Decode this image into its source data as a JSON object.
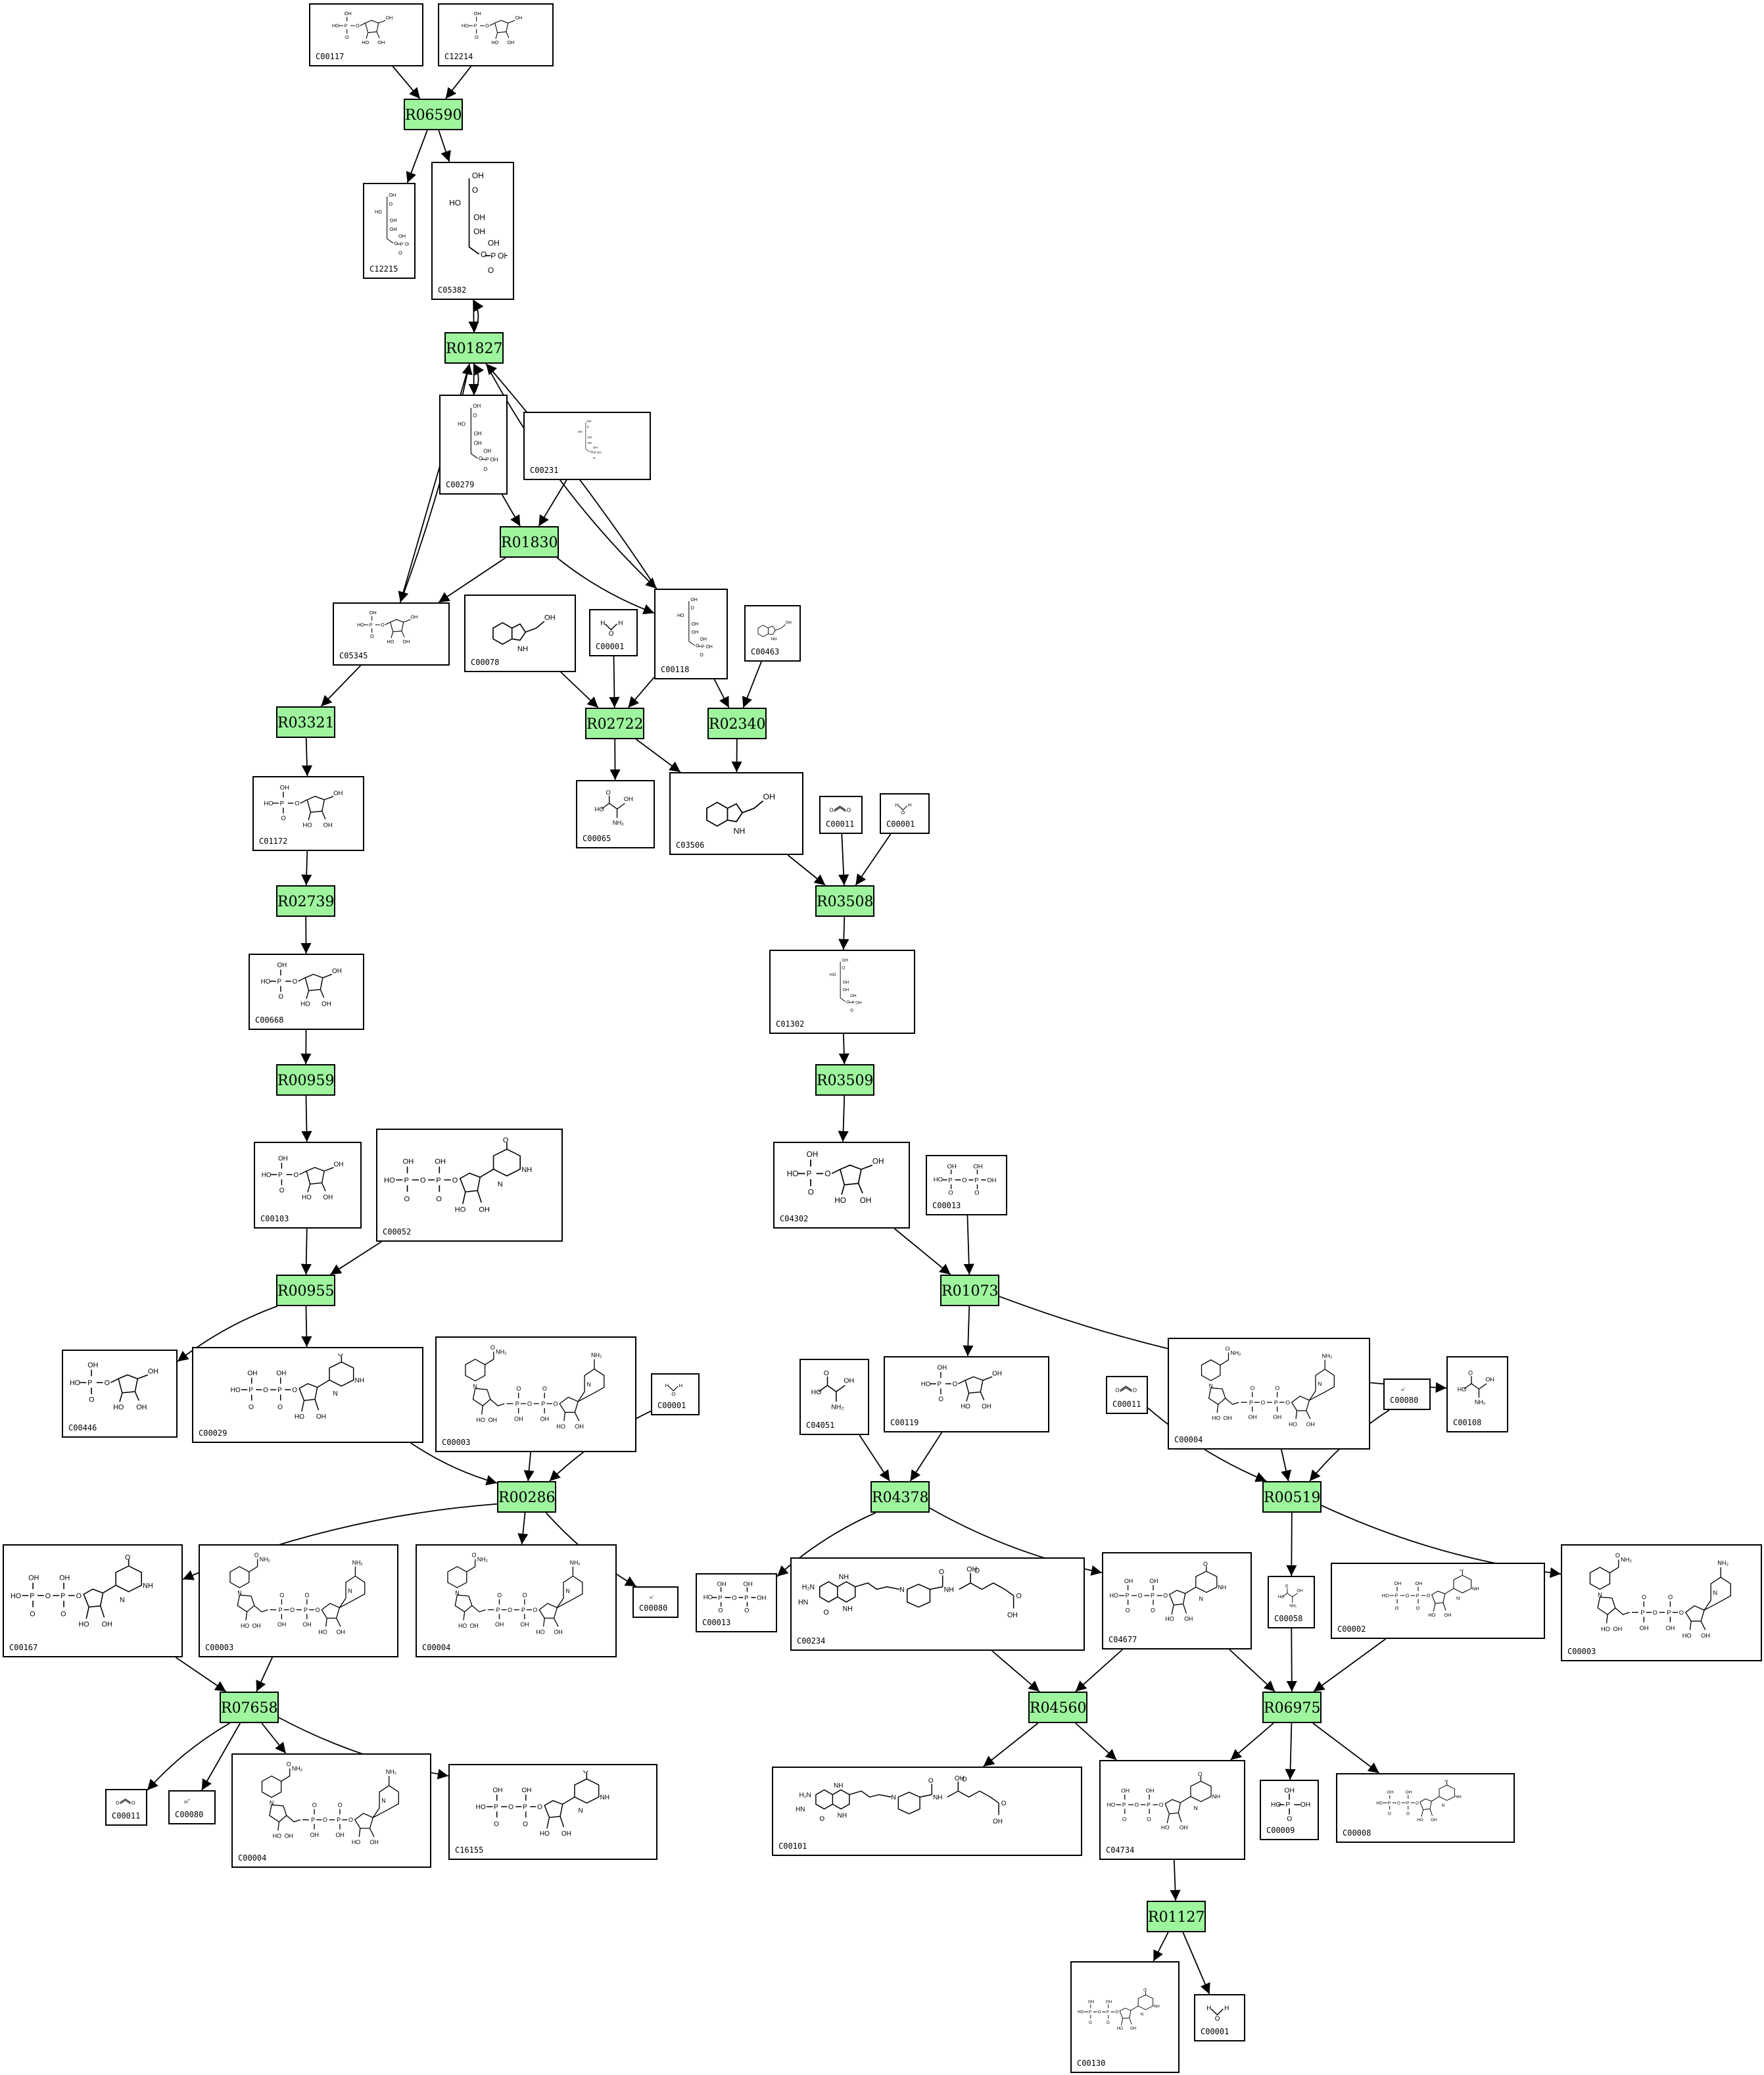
{
  "colors": {
    "reaction_fill": "#9ef59e",
    "stroke": "#000000",
    "background": "#ffffff"
  },
  "reactions": [
    {
      "id": "R06590",
      "label": "R06590"
    },
    {
      "id": "R01827",
      "label": "R01827"
    },
    {
      "id": "R01830",
      "label": "R01830"
    },
    {
      "id": "R03321",
      "label": "R03321"
    },
    {
      "id": "R02722",
      "label": "R02722"
    },
    {
      "id": "R02340",
      "label": "R02340"
    },
    {
      "id": "R02739",
      "label": "R02739"
    },
    {
      "id": "R03508",
      "label": "R03508"
    },
    {
      "id": "R00959",
      "label": "R00959"
    },
    {
      "id": "R03509",
      "label": "R03509"
    },
    {
      "id": "R00955",
      "label": "R00955"
    },
    {
      "id": "R01073",
      "label": "R01073"
    },
    {
      "id": "R00286",
      "label": "R00286"
    },
    {
      "id": "R04378",
      "label": "R04378"
    },
    {
      "id": "R00519",
      "label": "R00519"
    },
    {
      "id": "R07658",
      "label": "R07658"
    },
    {
      "id": "R04560",
      "label": "R04560"
    },
    {
      "id": "R06975",
      "label": "R06975"
    },
    {
      "id": "R01127",
      "label": "R01127"
    }
  ],
  "compounds": [
    {
      "id": "c1",
      "label": "C00117",
      "structure": "sugar-phosphate"
    },
    {
      "id": "c2",
      "label": "C12214",
      "structure": "sugar-phosphate"
    },
    {
      "id": "c3",
      "label": "C12215",
      "structure": "chain-phosphate"
    },
    {
      "id": "c4",
      "label": "C05382",
      "structure": "chain-phosphate"
    },
    {
      "id": "c5",
      "label": "C00279",
      "structure": "chain-phosphate"
    },
    {
      "id": "c6",
      "label": "C00231",
      "structure": "chain-phosphate"
    },
    {
      "id": "c7",
      "label": "C05345",
      "structure": "sugar-phosphate"
    },
    {
      "id": "c8",
      "label": "C00078",
      "structure": "indole"
    },
    {
      "id": "c9",
      "label": "C00001",
      "structure": "water"
    },
    {
      "id": "c10",
      "label": "C00118",
      "structure": "chain-phosphate"
    },
    {
      "id": "c11",
      "label": "C00463",
      "structure": "indole"
    },
    {
      "id": "c12",
      "label": "C01172",
      "structure": "sugar-phosphate"
    },
    {
      "id": "c13",
      "label": "C00065",
      "structure": "small"
    },
    {
      "id": "c14",
      "label": "C03506",
      "structure": "indole"
    },
    {
      "id": "c15",
      "label": "C00011",
      "structure": "co2"
    },
    {
      "id": "c16",
      "label": "C00001",
      "structure": "water"
    },
    {
      "id": "c17",
      "label": "C00668",
      "structure": "sugar-phosphate"
    },
    {
      "id": "c18",
      "label": "C01302",
      "structure": "chain-phosphate"
    },
    {
      "id": "c19",
      "label": "C00103",
      "structure": "sugar-phosphate"
    },
    {
      "id": "c20",
      "label": "C00052",
      "structure": "nucleotide"
    },
    {
      "id": "c21",
      "label": "C04302",
      "structure": "sugar-phosphate"
    },
    {
      "id": "c22",
      "label": "C00013",
      "structure": "pyrophosphate"
    },
    {
      "id": "c23",
      "label": "C00446",
      "structure": "sugar-phosphate"
    },
    {
      "id": "c24",
      "label": "C00029",
      "structure": "nucleotide"
    },
    {
      "id": "c25",
      "label": "C00003",
      "structure": "nad"
    },
    {
      "id": "c26",
      "label": "C00001",
      "structure": "water"
    },
    {
      "id": "c27",
      "label": "C04051",
      "structure": "small"
    },
    {
      "id": "c28",
      "label": "C00119",
      "structure": "sugar-phosphate"
    },
    {
      "id": "c29",
      "label": "C00011",
      "structure": "co2"
    },
    {
      "id": "c30",
      "label": "C00004",
      "structure": "nad"
    },
    {
      "id": "c31",
      "label": "C00080",
      "structure": "proton"
    },
    {
      "id": "c32",
      "label": "C00108",
      "structure": "small"
    },
    {
      "id": "c33",
      "label": "C00167",
      "structure": "nucleotide"
    },
    {
      "id": "c34",
      "label": "C00003",
      "structure": "nad"
    },
    {
      "id": "c35",
      "label": "C00004",
      "structure": "nad"
    },
    {
      "id": "c36",
      "label": "C00080",
      "structure": "proton"
    },
    {
      "id": "c37",
      "label": "C00013",
      "structure": "pyrophosphate"
    },
    {
      "id": "c38",
      "label": "C00234",
      "structure": "folate"
    },
    {
      "id": "c39",
      "label": "C04677",
      "structure": "nucleotide"
    },
    {
      "id": "c40",
      "label": "C00058",
      "structure": "small"
    },
    {
      "id": "c41",
      "label": "C00002",
      "structure": "nucleotide"
    },
    {
      "id": "c42",
      "label": "C00003",
      "structure": "nad"
    },
    {
      "id": "c43",
      "label": "C00011",
      "structure": "co2"
    },
    {
      "id": "c44",
      "label": "C00080",
      "structure": "proton"
    },
    {
      "id": "c45",
      "label": "C00004",
      "structure": "nad"
    },
    {
      "id": "c46",
      "label": "C16155",
      "structure": "nucleotide"
    },
    {
      "id": "c47",
      "label": "C00101",
      "structure": "folate"
    },
    {
      "id": "c48",
      "label": "C04734",
      "structure": "nucleotide"
    },
    {
      "id": "c49",
      "label": "C00009",
      "structure": "phosphate"
    },
    {
      "id": "c50",
      "label": "C00008",
      "structure": "nucleotide"
    },
    {
      "id": "c51",
      "label": "C00130",
      "structure": "nucleotide"
    },
    {
      "id": "c52",
      "label": "C00001",
      "structure": "water"
    }
  ],
  "edges": [
    [
      "c1",
      "R06590"
    ],
    [
      "c2",
      "R06590"
    ],
    [
      "R06590",
      "c3"
    ],
    [
      "R06590",
      "c4"
    ],
    [
      "c4",
      "R01827"
    ],
    [
      "R01827",
      "c4"
    ],
    [
      "R01827",
      "c5"
    ],
    [
      "c5",
      "R01827"
    ],
    [
      "R01827",
      "c7"
    ],
    [
      "c7",
      "R01827"
    ],
    [
      "R01827",
      "c10"
    ],
    [
      "c10",
      "R01827"
    ],
    [
      "c5",
      "R01830"
    ],
    [
      "c6",
      "R01830"
    ],
    [
      "R01830",
      "c7"
    ],
    [
      "R01830",
      "c10"
    ],
    [
      "c7",
      "R03321"
    ],
    [
      "R03321",
      "c12"
    ],
    [
      "c12",
      "R02739"
    ],
    [
      "R02739",
      "c17"
    ],
    [
      "c17",
      "R00959"
    ],
    [
      "R00959",
      "c19"
    ],
    [
      "c19",
      "R00955"
    ],
    [
      "c20",
      "R00955"
    ],
    [
      "R00955",
      "c23"
    ],
    [
      "R00955",
      "c24"
    ],
    [
      "c8",
      "R02722"
    ],
    [
      "c9",
      "R02722"
    ],
    [
      "c10",
      "R02722"
    ],
    [
      "R02722",
      "c13"
    ],
    [
      "R02722",
      "c14"
    ],
    [
      "c10",
      "R02340"
    ],
    [
      "c11",
      "R02340"
    ],
    [
      "R02340",
      "c14"
    ],
    [
      "c14",
      "R03508"
    ],
    [
      "c15",
      "R03508"
    ],
    [
      "c16",
      "R03508"
    ],
    [
      "R03508",
      "c18"
    ],
    [
      "c18",
      "R03509"
    ],
    [
      "R03509",
      "c21"
    ],
    [
      "c21",
      "R01073"
    ],
    [
      "c22",
      "R01073"
    ],
    [
      "R01073",
      "c28"
    ],
    [
      "R01073",
      "c32"
    ],
    [
      "c24",
      "R00286"
    ],
    [
      "c25",
      "R00286"
    ],
    [
      "c26",
      "R00286"
    ],
    [
      "R00286",
      "c33"
    ],
    [
      "R00286",
      "c35"
    ],
    [
      "R00286",
      "c36"
    ],
    [
      "c27",
      "R04378"
    ],
    [
      "c28",
      "R04378"
    ],
    [
      "R04378",
      "c37"
    ],
    [
      "R04378",
      "c39"
    ],
    [
      "c29",
      "R00519"
    ],
    [
      "c30",
      "R00519"
    ],
    [
      "c31",
      "R00519"
    ],
    [
      "R00519",
      "c40"
    ],
    [
      "R00519",
      "c42"
    ],
    [
      "c33",
      "R07658"
    ],
    [
      "c34",
      "R07658"
    ],
    [
      "R07658",
      "c43"
    ],
    [
      "R07658",
      "c44"
    ],
    [
      "R07658",
      "c45"
    ],
    [
      "R07658",
      "c46"
    ],
    [
      "c38",
      "R04560"
    ],
    [
      "c39",
      "R04560"
    ],
    [
      "R04560",
      "c47"
    ],
    [
      "R04560",
      "c48"
    ],
    [
      "c39",
      "R06975"
    ],
    [
      "c40",
      "R06975"
    ],
    [
      "c41",
      "R06975"
    ],
    [
      "R06975",
      "c48"
    ],
    [
      "R06975",
      "c49"
    ],
    [
      "R06975",
      "c50"
    ],
    [
      "c48",
      "R01127"
    ],
    [
      "R01127",
      "c51"
    ],
    [
      "R01127",
      "c52"
    ]
  ]
}
